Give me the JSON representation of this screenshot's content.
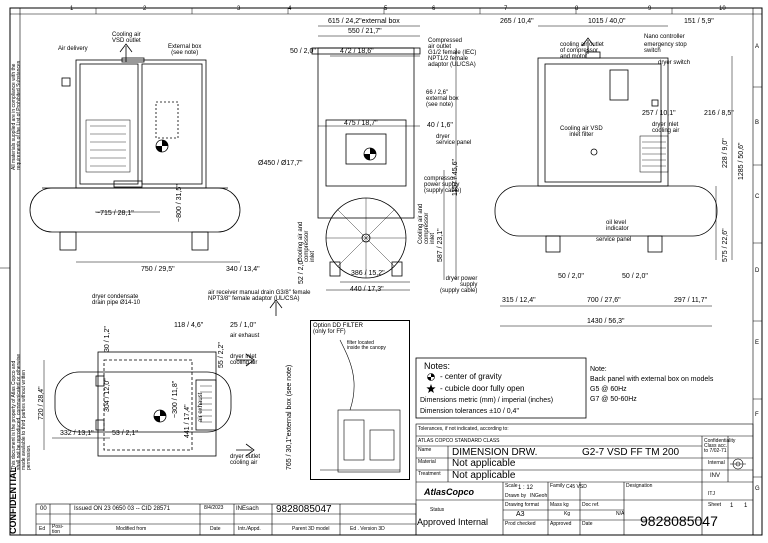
{
  "border": {
    "top_numbers": [
      "1",
      "2",
      "3",
      "4",
      "5",
      "6",
      "7",
      "8",
      "9",
      "10"
    ],
    "side_letters": [
      "A",
      "B",
      "C",
      "D",
      "E",
      "F",
      "G"
    ]
  },
  "side_notes": {
    "confidential": "CONFIDENTIAL",
    "compliance": "All materials supplied are in compliance with the requirements of the List of Prohibited Substances",
    "legal": "This document is the property of Atlas Copco and shall not be reproduced, communicated or otherwise made available to third parties without written permission."
  },
  "front_view": {
    "air_delivery": "Air delivery",
    "cooling_outlet": "Cooling air\nVSD outlet",
    "external_box": "External box\n(see note)",
    "dim_715": "~715 / 28,1\"",
    "dim_800": "~800 / 31,5\"",
    "dim_750": "750 / 29,5\"",
    "dim_340": "340 / 13,4\"",
    "dryer_drain": "dryer condensate\ndrain pipe Ø14-10",
    "receiver_drain": "air receiver manual drain G3/8\" female\nNPT3/8\" female adaptor (UL/CSA)"
  },
  "side_view": {
    "dim_615": "615 / 24,2\"external box",
    "dim_550": "550 / 21,7\"",
    "dim_472": "472 / 18,6\"",
    "dim_50": "50 / 2,0\"",
    "compressed_outlet": "Compressed\nair outlet\nG1/2 female (IEC)\nNPT1/2 female\nadaptor (UL/CSA)",
    "dim_66": "66 / 2,6\"\nexternal box\n(see note)",
    "dim_475": "475 / 18,7\"",
    "dim_40": "40 / 1,6\"",
    "dryer_panel": "dryer\nservice panel",
    "dia_450": "Ø450 / Ø17,7\"",
    "comp_power": "compressor\npower supply\n(supply cable)",
    "dim_1157": "1157 / 45,6\"",
    "dim_587": "587 / 23,1\"",
    "cooling_inlet_1": "Cooling air and\ncompressor\ninlet",
    "cooling_inlet_2": "Cooling air and\ncompressor\ninlet",
    "dim_52": "52 / 2,0\"",
    "dim_386": "386 / 15,2\"",
    "dim_440": "440 / 17,3\"",
    "dryer_power": "dryer power\nsupply\n(supply cable)"
  },
  "right_view": {
    "dim_265": "265 / 10,4\"",
    "dim_1015": "1015 / 40,0\"",
    "dim_151": "151 / 5,9\"",
    "cooling_outlet": "cooling air outlet\nof compressor\nand motor",
    "nano": "Nano controller",
    "estop": "emergency stop\nswitch",
    "dryer_switch": "dryer switch",
    "dim_257": "257 / 10,1\"",
    "dim_216": "216 / 8,5\"",
    "dryer_inlet": "dryer inlet\ncooling air",
    "vsd_filter": "Cooling air VSD\ninlet filter",
    "dim_228": "228 / 9,0\"",
    "dim_1285": "1285 / 50,6\"",
    "dim_575": "575 / 22,6\"",
    "oil_level": "oil level\nindicator",
    "service_panel": "service panel",
    "dim_50a": "50 / 2,0\"",
    "dim_50b": "50 / 2,0\"",
    "dim_315": "315 / 12,4\"",
    "dim_700": "700 / 27,6\"",
    "dim_297": "297 / 11,7\"",
    "dim_1430": "1430 / 56,3\""
  },
  "top_view": {
    "dim_30": "30 / 1,2\"",
    "dim_304": "304 / 12,0\"",
    "dim_720": "720 / 28,4\"",
    "dim_332": "332 / 13,1\"",
    "dim_53": "53 / 2,1\"",
    "dim_118": "118 / 4,6\"",
    "dim_25": "25 / 1,0\"",
    "air_exhaust": "air exhaust",
    "dim_55": "55 / 2,2\"",
    "dryer_inlet": "dryer inlet\ncooling air",
    "dim_300": "~300 / 11,8\"",
    "dim_441": "441 / 17,4\"",
    "air_exhaust_vert": "air exhaust",
    "dryer_outlet": "dryer outlet\ncooling air",
    "dim_765": "765 / 30,1\"external box (see note)"
  },
  "option_box": {
    "title": "Option DD FILTER\n(only for FF)",
    "filter_note": "filter located\ninside the canopy"
  },
  "notes": {
    "title": "Notes:",
    "cog": "- center of gravity",
    "cubicle": "- cubicle door fully open",
    "dims": "Dimensions metric (mm) / imperial (inches)",
    "tolerance": "Dimension tolerances ±10 / 0,4\"",
    "note2_title": "Note:",
    "note2_line1": "Back panel with external box on models",
    "note2_g5": "G5 @ 60Hz",
    "note2_g7": "G7 @ 50-60Hz"
  },
  "title_block": {
    "tolerances": "Tolerances, if not indicated, according to:",
    "standard": "ATLAS COPCO STANDARD CLASS",
    "name_label": "Name",
    "name": "DIMENSION DRW.",
    "model": "G2-7 VSD FF TM 200",
    "material_label": "Material",
    "material": "Not applicable",
    "treatment_label": "Treatment",
    "treatment": "Not applicable",
    "confidentiality": "Confidentiality Class acc. to 7/02-71",
    "internal": "Internal",
    "inv": "INV",
    "logo": "AtlasCopco",
    "status_label": "Status",
    "status": "Approved Internal",
    "scale_label": "Scale",
    "scale": "1 : 12",
    "family_label": "Family",
    "family": "C45 VSD",
    "drawn_label": "Drawn by",
    "drawn": "INGeoh",
    "format_label": "Drawing format",
    "format": "A3",
    "mass_label": "Mass kg",
    "mass_unit": "Kg",
    "doc_label": "Doc ref.",
    "doc_value": "N/A",
    "designation_label": "Designation",
    "doc_number": "9828085047",
    "sheet_label": "Sheet",
    "sheet": "1",
    "sheet_of": "1",
    "lang": "ITJ",
    "checked_label": "Prod checked",
    "approved_label": "Approved",
    "date_label": "Date"
  },
  "revision": {
    "rev": "00",
    "desc": "Issued ON 23 0650 03 -- CID 28571",
    "date": "8/4/2023",
    "init": "INEsach",
    "doc": "9828085047",
    "h_ed": "Ed",
    "h_pos": "Posi-\ntion",
    "h_mod": "Modified from",
    "h_date": "Date",
    "h_init": "Intr./Appd.",
    "h_parent": "Parent 3D model",
    "h_ver": "Ed . Version 3D"
  }
}
